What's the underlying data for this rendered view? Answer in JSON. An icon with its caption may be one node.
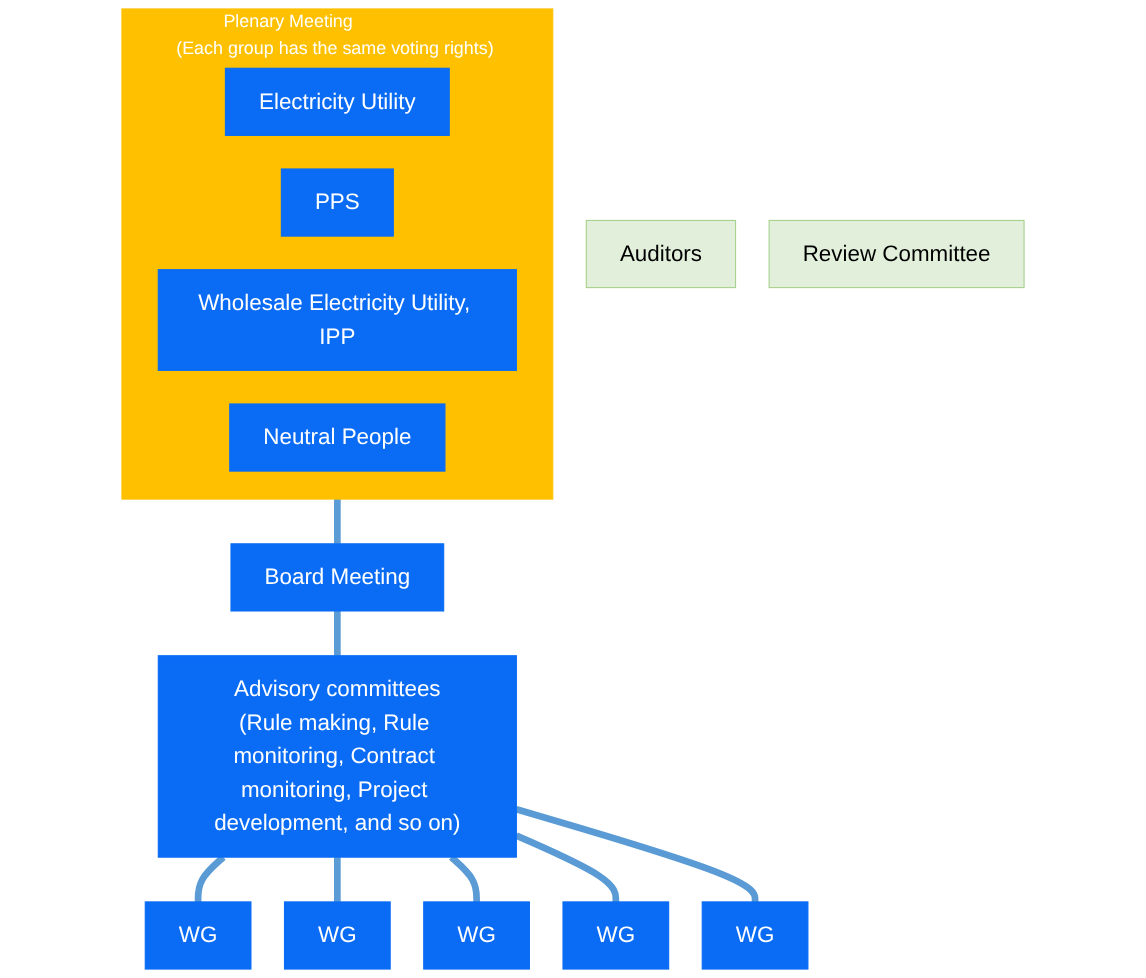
{
  "diagram": {
    "nodes": [
      {
        "text": [
          "Plenary Meeting",
          "(Each group has the same voting rights)"
        ]
      },
      {
        "text": [
          "Electricity Utility"
        ],
        "in": 0
      },
      {
        "text": [
          "PPS"
        ],
        "in": 0
      },
      {
        "text": [
          "Wholesale Electricity Utility, IPP"
        ],
        "in": 0
      },
      {
        "text": [
          "Neutral People"
        ],
        "in": 0
      },
      {
        "text": [
          "Auditors"
        ]
      },
      {
        "text": [
          "Board Meeting"
        ]
      },
      {
        "text": [
          "Review Committee"
        ]
      },
      {
        "text": [
          "Advisory committees",
          "(Rule making, Rule monitoring, Contract monitoring, Project development, and so on)"
        ]
      },
      {
        "text": [
          "WG"
        ]
      },
      {
        "text": [
          "WG"
        ]
      },
      {
        "text": [
          "WG"
        ]
      },
      {
        "text": [
          "WG"
        ]
      },
      {
        "text": [
          "WG"
        ]
      }
    ],
    "edges": [
      {
        "from": 0,
        "to": 6,
        "arrow": "none"
      },
      {
        "from": 6,
        "to": 8,
        "arrow": "none"
      },
      {
        "from": 8,
        "to": 9,
        "arrow": "none"
      },
      {
        "from": 8,
        "to": 10,
        "arrow": "none"
      },
      {
        "from": 8,
        "to": 11,
        "arrow": "none"
      },
      {
        "from": 8,
        "to": 12,
        "arrow": "none"
      },
      {
        "from": 8,
        "to": 13,
        "arrow": "none"
      }
    ]
  }
}
